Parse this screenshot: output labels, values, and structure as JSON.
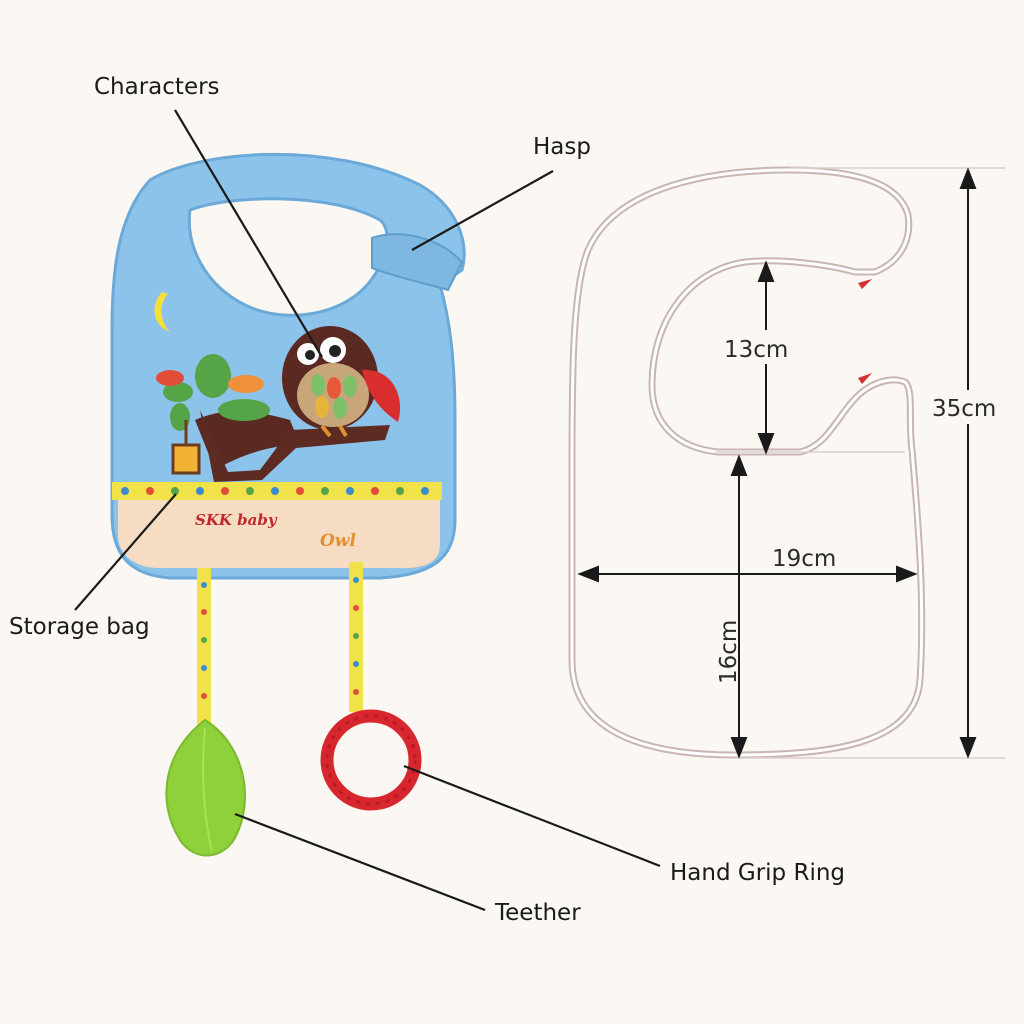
{
  "callouts": {
    "characters": "Characters",
    "hasp": "Hasp",
    "storage_bag": "Storage bag",
    "hand_grip_ring": "Hand Grip Ring",
    "teether": "Teether"
  },
  "bib_print": {
    "brand": "SKK baby",
    "name": "Owl"
  },
  "dimensions": {
    "neck": "13cm",
    "height": "35cm",
    "width": "19cm",
    "lower": "16cm"
  },
  "colors": {
    "bib_blue": "#8cc3ea",
    "bib_edge": "#6aa9d8",
    "pocket": "#f5dcc3",
    "ribbon": "#f1e24a",
    "teether": "#8fd13a",
    "ring": "#d8262f",
    "owl_body": "#5a2a22"
  }
}
